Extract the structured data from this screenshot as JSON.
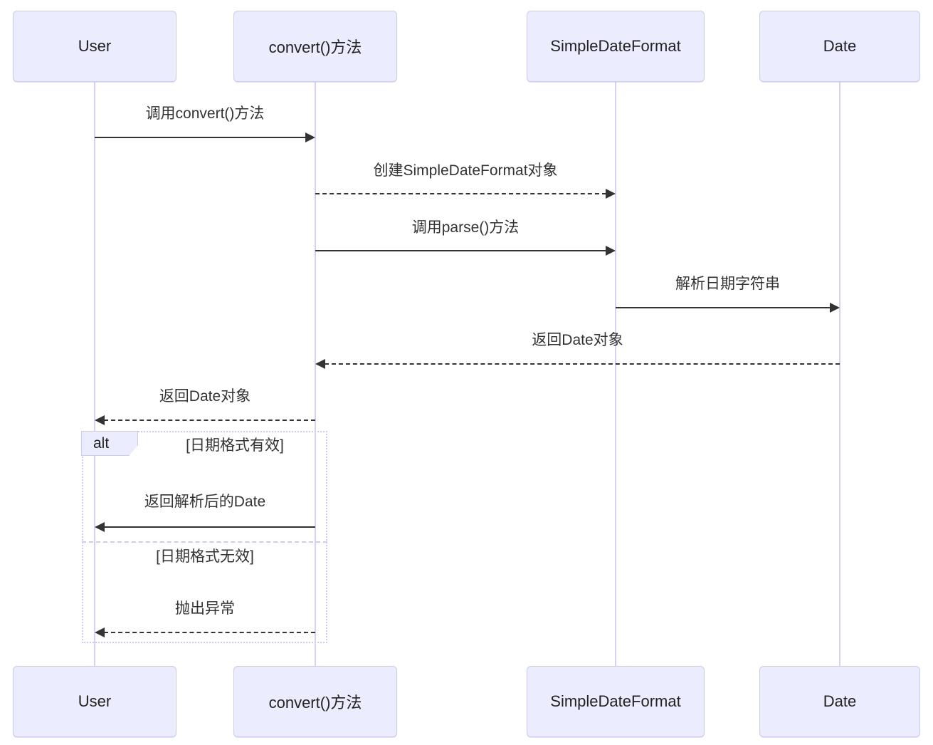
{
  "diagram": {
    "type": "sequence",
    "actors": [
      "User",
      "convert()方法",
      "SimpleDateFormat",
      "Date"
    ],
    "messages": [
      {
        "from": "User",
        "to": "convert()方法",
        "text": "调用convert()方法",
        "line": "solid"
      },
      {
        "from": "convert()方法",
        "to": "SimpleDateFormat",
        "text": "创建SimpleDateFormat对象",
        "line": "dashed"
      },
      {
        "from": "convert()方法",
        "to": "SimpleDateFormat",
        "text": "调用parse()方法",
        "line": "solid"
      },
      {
        "from": "SimpleDateFormat",
        "to": "Date",
        "text": "解析日期字符串",
        "line": "solid"
      },
      {
        "from": "Date",
        "to": "convert()方法",
        "text": "返回Date对象",
        "line": "dashed"
      },
      {
        "from": "convert()方法",
        "to": "User",
        "text": "返回Date对象",
        "line": "dashed"
      },
      {
        "from": "convert()方法",
        "to": "User",
        "text": "返回解析后的Date",
        "line": "solid"
      },
      {
        "from": "convert()方法",
        "to": "User",
        "text": "抛出异常",
        "line": "dashed"
      }
    ],
    "alt_block": {
      "label": "alt",
      "conditions": [
        "[日期格式有效]",
        "[日期格式无效]"
      ]
    },
    "colors": {
      "actor_fill": "#ececff",
      "actor_border": "#cccce8",
      "lifeline": "#d9d0f2",
      "message_line": "#333333",
      "text": "#333333",
      "frame_border": "#ccccf0",
      "background": "#ffffff"
    }
  }
}
